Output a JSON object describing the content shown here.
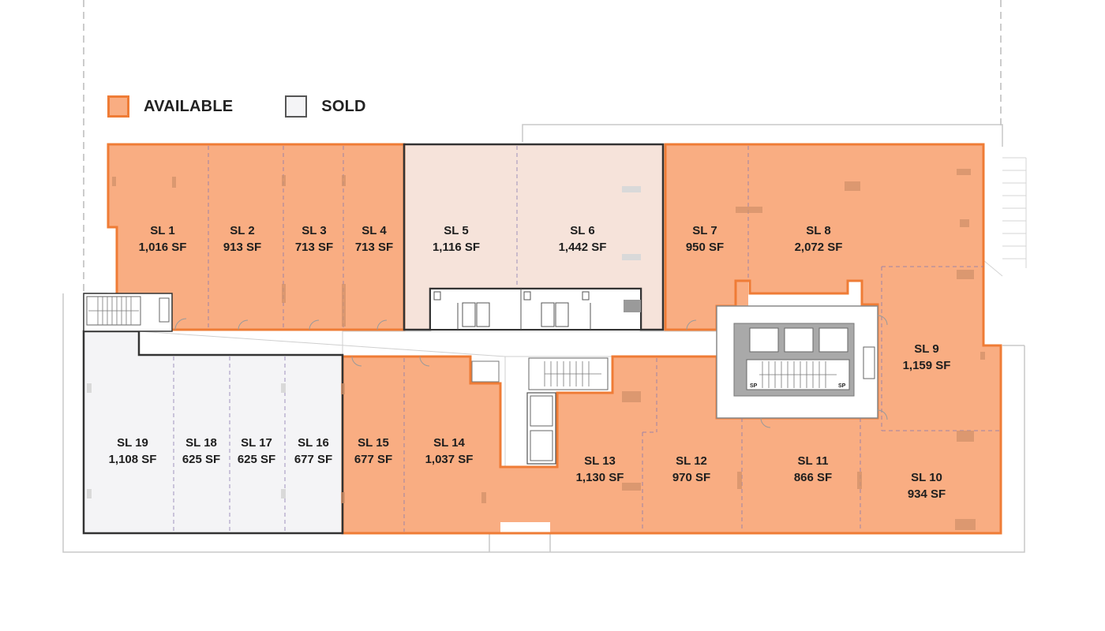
{
  "legend": {
    "available": {
      "label": "AVAILABLE",
      "color": "#f9ad82",
      "border": "#ef7c36"
    },
    "sold": {
      "label": "SOLD",
      "color": "#f4f4f6",
      "border": "#555555"
    }
  },
  "units": [
    {
      "id": "sl1",
      "name": "SL 1",
      "area": "1,016 SF",
      "status": "available"
    },
    {
      "id": "sl2",
      "name": "SL 2",
      "area": "913 SF",
      "status": "available"
    },
    {
      "id": "sl3",
      "name": "SL 3",
      "area": "713 SF",
      "status": "available"
    },
    {
      "id": "sl4",
      "name": "SL 4",
      "area": "713 SF",
      "status": "available"
    },
    {
      "id": "sl5",
      "name": "SL 5",
      "area": "1,116 SF",
      "status": "sold"
    },
    {
      "id": "sl6",
      "name": "SL 6",
      "area": "1,442 SF",
      "status": "sold"
    },
    {
      "id": "sl7",
      "name": "SL 7",
      "area": "950 SF",
      "status": "available"
    },
    {
      "id": "sl8",
      "name": "SL 8",
      "area": "2,072 SF",
      "status": "available"
    },
    {
      "id": "sl9",
      "name": "SL 9",
      "area": "1,159 SF",
      "status": "available"
    },
    {
      "id": "sl10",
      "name": "SL 10",
      "area": "934 SF",
      "status": "available"
    },
    {
      "id": "sl11",
      "name": "SL 11",
      "area": "866 SF",
      "status": "available"
    },
    {
      "id": "sl12",
      "name": "SL 12",
      "area": "970 SF",
      "status": "available"
    },
    {
      "id": "sl13",
      "name": "SL 13",
      "area": "1,130 SF",
      "status": "available"
    },
    {
      "id": "sl14",
      "name": "SL 14",
      "area": "1,037 SF",
      "status": "available"
    },
    {
      "id": "sl15",
      "name": "SL 15",
      "area": "677 SF",
      "status": "available"
    },
    {
      "id": "sl16",
      "name": "SL 16",
      "area": "677 SF",
      "status": "sold"
    },
    {
      "id": "sl17",
      "name": "SL 17",
      "area": "625 SF",
      "status": "sold"
    },
    {
      "id": "sl18",
      "name": "SL 18",
      "area": "625 SF",
      "status": "sold"
    },
    {
      "id": "sl19",
      "name": "SL 19",
      "area": "1,108 SF",
      "status": "sold"
    }
  ],
  "stair_labels": {
    "left": "SP",
    "right": "SP"
  }
}
